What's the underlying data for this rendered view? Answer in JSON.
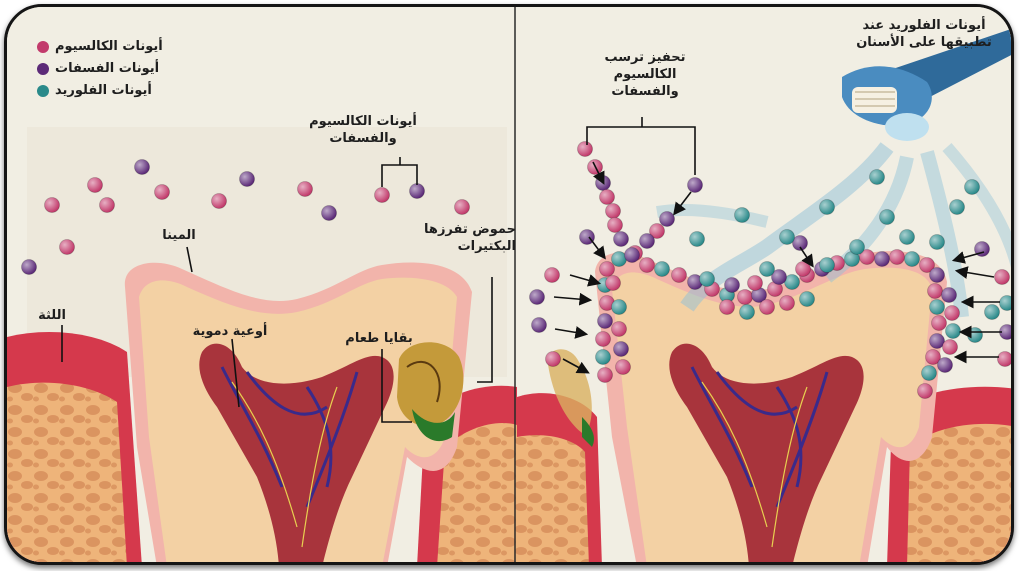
{
  "legend": {
    "calcium": "أيونات الكالسيوم",
    "phosphate": "أيونات الفسفات",
    "fluoride": "أيونات الفلوريد"
  },
  "labels": {
    "ions_left": "أيونات الكالسيوم\nوالفسفات",
    "enamel": "المينا",
    "bacteria_acids": "حموض تفرزها\nالبكتيرات",
    "gum": "اللثة",
    "blood_vessels": "أوعية دموية",
    "food_remains": "بقايا طعام",
    "stimulate": "تحفيز ترسب\nالكالسيوم\nوالفسفات",
    "fluoride_applied": "أيونات الفلوريد عند\nتطبيقها على الأسنان"
  },
  "colors": {
    "calcium": "#c23a6b",
    "phosphate": "#5c2a78",
    "fluoride": "#2a8a8a",
    "gum": "#d33a4e",
    "enamel": "#f0b0a8",
    "dentin": "#f3d1a4",
    "pulp": "#a8343c",
    "bone": "#e9a86a",
    "brush": "#2f6a9a"
  },
  "icons": {
    "toothbrush": "toothbrush-icon",
    "food": "food-debris-icon"
  }
}
